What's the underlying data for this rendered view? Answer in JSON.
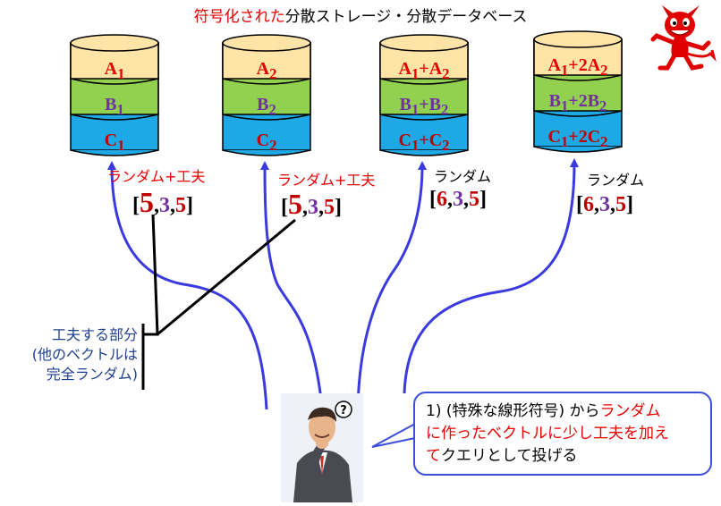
{
  "title": {
    "prefix_red": "符号化された",
    "rest": "分散ストレージ・分散データベース"
  },
  "colors": {
    "seg_a": "#ffe4a8",
    "seg_b": "#92d050",
    "seg_c": "#1ea8e6",
    "arrow": "#3a3ae0",
    "red": "#e60000",
    "purple": "#7030a0",
    "dark_red": "#c00000"
  },
  "databases": [
    {
      "a": [
        "A",
        "1",
        "",
        ""
      ],
      "b": [
        "B",
        "1",
        "",
        ""
      ],
      "c": [
        "C",
        "1",
        "",
        ""
      ]
    },
    {
      "a": [
        "A",
        "2",
        "",
        ""
      ],
      "b": [
        "B",
        "2",
        "",
        ""
      ],
      "c": [
        "C",
        "2",
        "",
        ""
      ]
    },
    {
      "a": [
        "A",
        "1",
        "+A",
        "2"
      ],
      "b": [
        "B",
        "1",
        "+B",
        "2"
      ],
      "c": [
        "C",
        "1",
        "+C",
        "2"
      ]
    },
    {
      "a": [
        "A",
        "1",
        "+2A",
        "2"
      ],
      "b": [
        "B",
        "1",
        "+2B",
        "2"
      ],
      "c": [
        "C",
        "1",
        "+2C",
        "2"
      ]
    }
  ],
  "captions": [
    {
      "text": "ランダム+工夫",
      "vector": [
        "[",
        "5",
        ",",
        "3",
        ",",
        "5",
        "]"
      ]
    },
    {
      "text": "ランダム+工夫",
      "vector": [
        "[",
        "5",
        ",",
        "3",
        ",",
        "5",
        "]"
      ]
    },
    {
      "text": "ランダム",
      "vector": [
        "[",
        "6",
        ",",
        "3",
        ",",
        "5",
        "]"
      ]
    },
    {
      "text": "ランダム",
      "vector": [
        "[",
        "6",
        ",",
        "3",
        ",",
        "5",
        "]"
      ]
    }
  ],
  "side_label": [
    "工夫する部分",
    "(他のベクトルは",
    "完全ランダム)"
  ],
  "bubble": {
    "part1": "1) (特殊な線形符号) から",
    "part2_red": "ランダム",
    "part3_red": "に作ったベクトルに少し工夫を加え",
    "part4_red": "て",
    "part5": "クエリとして投げる"
  },
  "thinking_mark": "?"
}
